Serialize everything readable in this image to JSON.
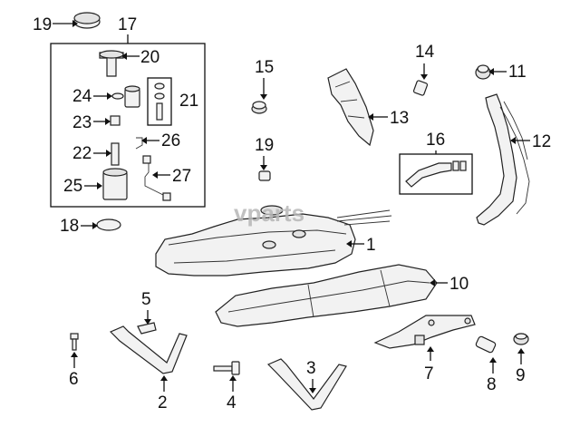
{
  "diagram": {
    "watermark": "vparts",
    "callouts": {
      "n1": "1",
      "n2": "2",
      "n3": "3",
      "n4": "4",
      "n5": "5",
      "n6": "6",
      "n7": "7",
      "n8": "8",
      "n9": "9",
      "n10": "10",
      "n11": "11",
      "n12": "12",
      "n13": "13",
      "n14": "14",
      "n15": "15",
      "n16": "16",
      "n17": "17",
      "n18": "18",
      "n19a": "19",
      "n19b": "19",
      "n20": "20",
      "n21": "21",
      "n22": "22",
      "n23": "23",
      "n24": "24",
      "n25": "25",
      "n26": "26",
      "n27": "27"
    }
  }
}
